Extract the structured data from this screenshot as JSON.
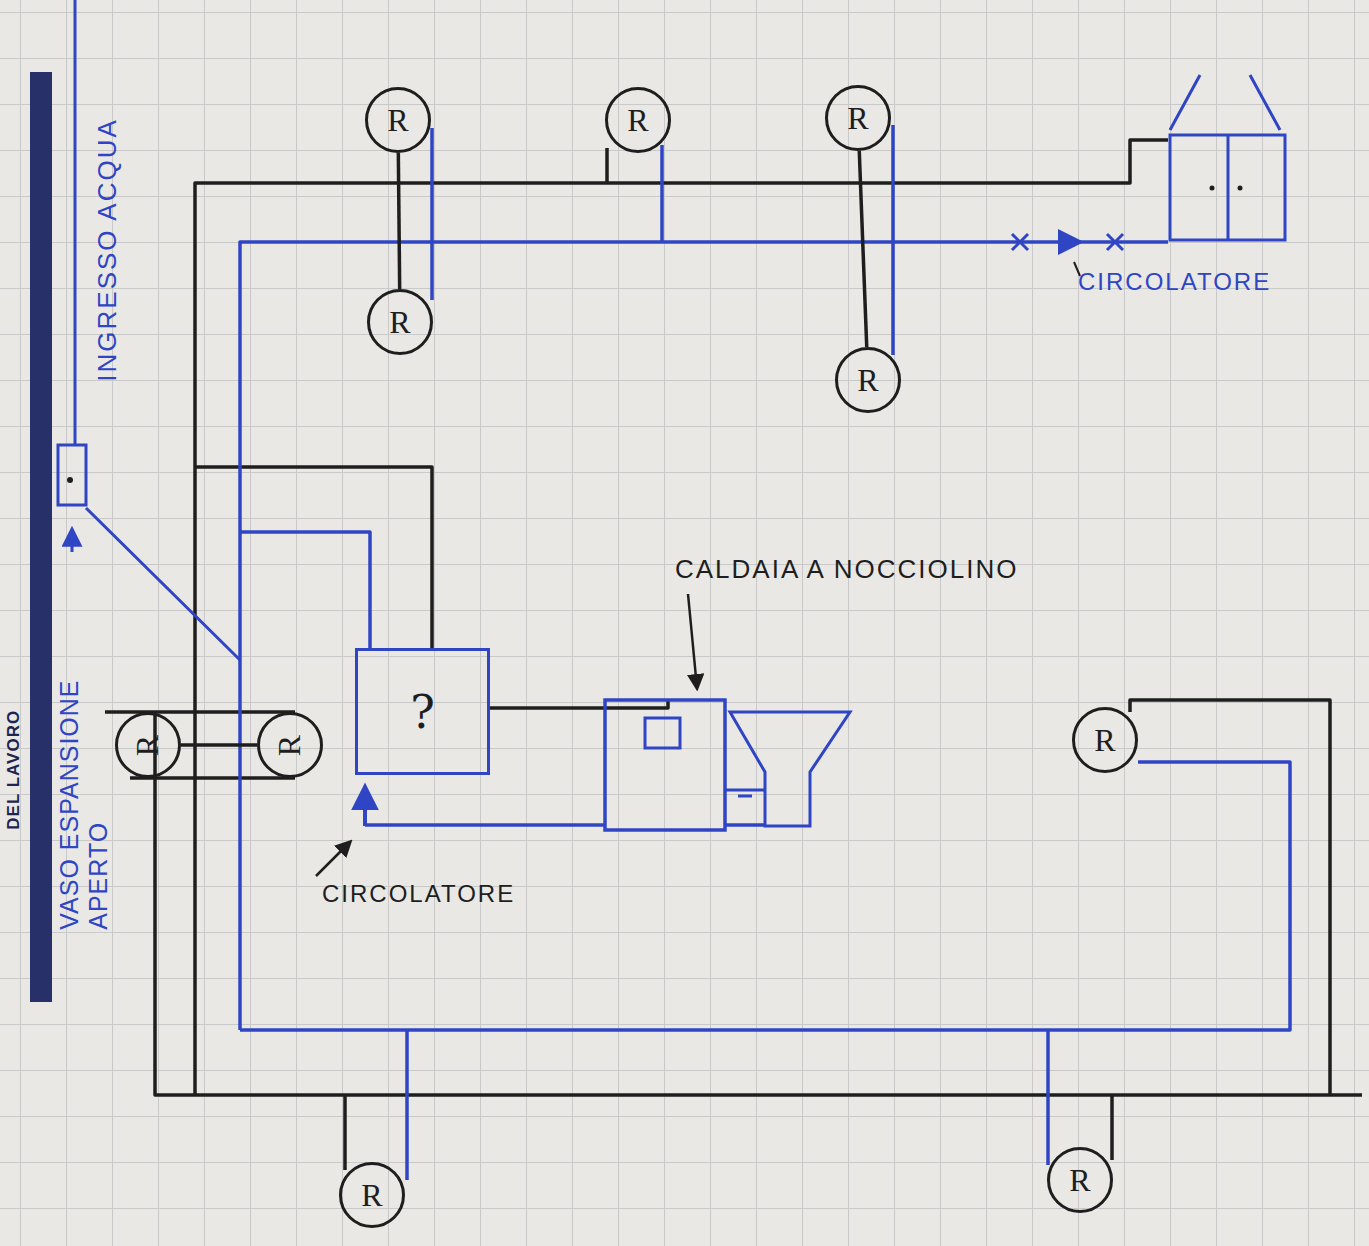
{
  "diagram": {
    "nodes": [
      {
        "text": [
          "R"
        ]
      },
      {
        "text": [
          "R"
        ]
      },
      {
        "text": [
          "R"
        ]
      },
      {
        "text": [
          "R"
        ]
      },
      {
        "text": [
          "R"
        ]
      },
      {
        "text": [
          "?"
        ]
      },
      {
        "text": [
          "R"
        ]
      },
      {
        "text": [
          "R"
        ]
      },
      {
        "text": [
          "R"
        ]
      },
      {
        "text": [
          "R"
        ]
      },
      {
        "text": [
          "R"
        ]
      }
    ],
    "edges": [
      {
        "from": 0,
        "to": 3,
        "arrow": "none"
      },
      {
        "from": 2,
        "to": 4,
        "arrow": "none"
      },
      {
        "from": 6,
        "to": 7,
        "arrow": "none"
      }
    ],
    "labels": [
      "INGRESSO ACQUA",
      "VASO ESPANSIONE APERTO",
      "CIRCOLATORE",
      "CALDAIA A NOCCIOLINO",
      "CIRCOLATORE",
      "DEL LAVORO"
    ]
  }
}
